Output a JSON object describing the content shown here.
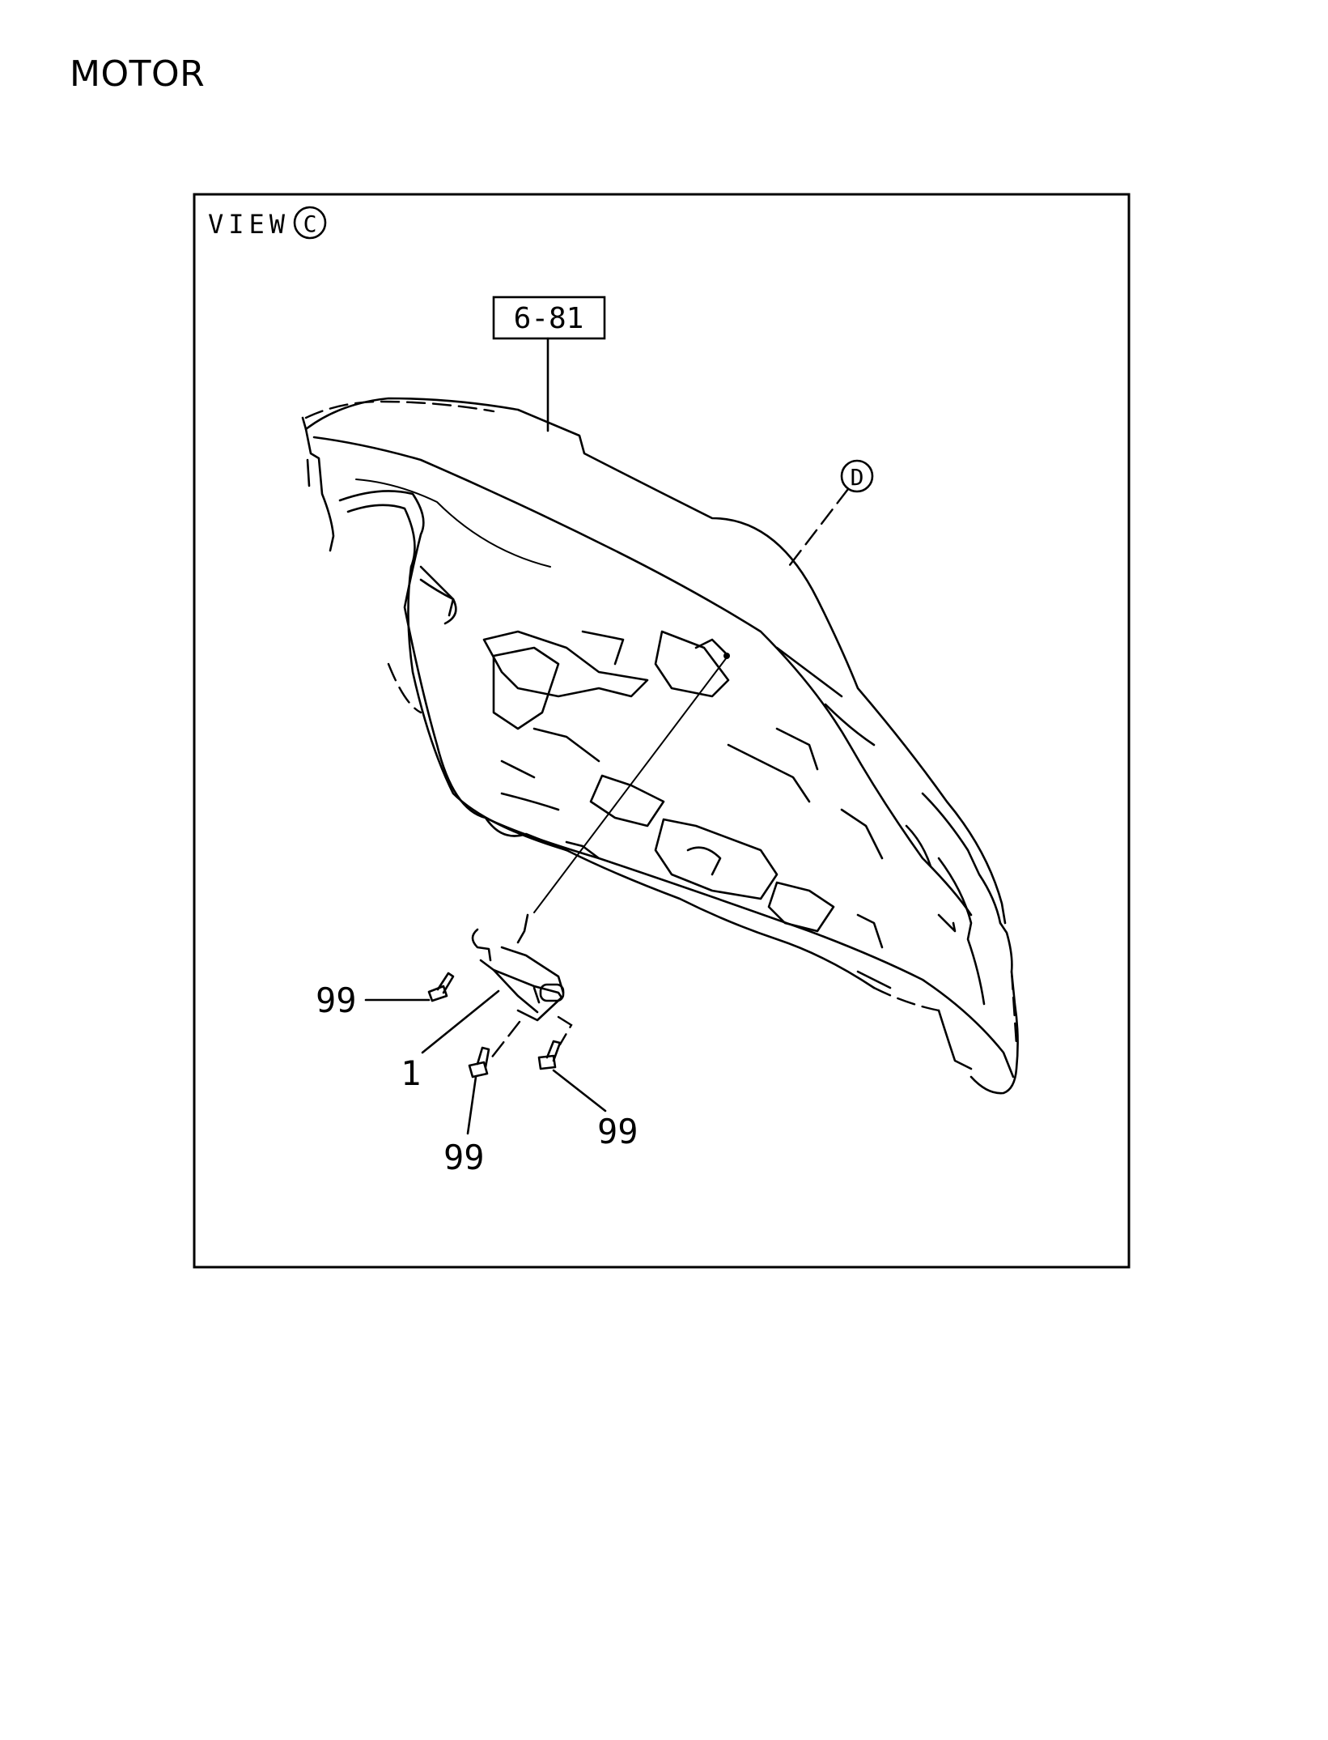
{
  "page": {
    "title": "MOTOR"
  },
  "diagram": {
    "view_label": "VIEW",
    "view_marker": "C",
    "reference_box": "6-81",
    "detail_marker": "D",
    "callouts": [
      {
        "id": "bolt-left",
        "label": "99"
      },
      {
        "id": "motor",
        "label": "1"
      },
      {
        "id": "bolt-bottom-left",
        "label": "99"
      },
      {
        "id": "bolt-bottom-right",
        "label": "99"
      }
    ]
  }
}
